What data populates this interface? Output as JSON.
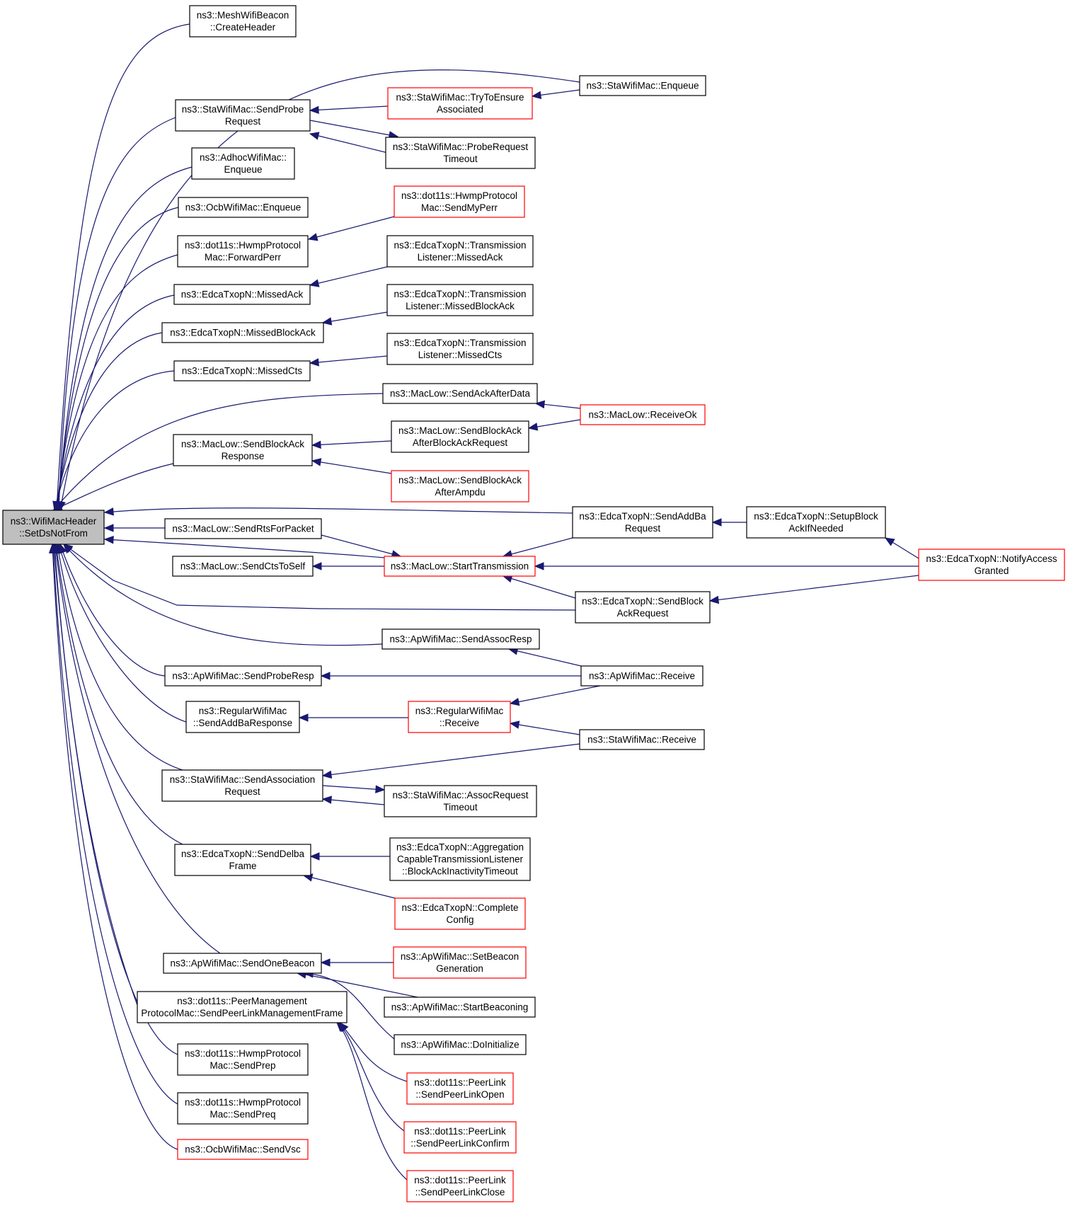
{
  "diagram": {
    "type": "caller-graph",
    "colors": {
      "edge": "#191970",
      "node_border": "#000000",
      "node_border_truncated": "#ff0000",
      "root_fill": "#bfbfbf",
      "node_fill": "#ffffff"
    },
    "nodes": [
      {
        "id": "root",
        "lines": [
          "ns3::WifiMacHeader",
          "::SetDsNotFrom"
        ],
        "kind": "root"
      },
      {
        "id": "meshBeacon",
        "lines": [
          "ns3::MeshWifiBeacon",
          "::CreateHeader"
        ],
        "kind": "normal"
      },
      {
        "id": "staEnqueue",
        "lines": [
          "ns3::StaWifiMac::Enqueue"
        ],
        "kind": "normal"
      },
      {
        "id": "sendProbeReq",
        "lines": [
          "ns3::StaWifiMac::SendProbe",
          "Request"
        ],
        "kind": "normal"
      },
      {
        "id": "tryToEnsure",
        "lines": [
          "ns3::StaWifiMac::TryToEnsure",
          "Associated"
        ],
        "kind": "truncated"
      },
      {
        "id": "probeReqTimeout",
        "lines": [
          "ns3::StaWifiMac::ProbeRequest",
          "Timeout"
        ],
        "kind": "normal"
      },
      {
        "id": "adhocEnqueue",
        "lines": [
          "ns3::AdhocWifiMac::",
          "Enqueue"
        ],
        "kind": "normal"
      },
      {
        "id": "ocbEnqueue",
        "lines": [
          "ns3::OcbWifiMac::Enqueue"
        ],
        "kind": "normal"
      },
      {
        "id": "hwmpSendMyPerr",
        "lines": [
          "ns3::dot11s::HwmpProtocol",
          "Mac::SendMyPerr"
        ],
        "kind": "truncated"
      },
      {
        "id": "hwmpForwardPerr",
        "lines": [
          "ns3::dot11s::HwmpProtocol",
          "Mac::ForwardPerr"
        ],
        "kind": "normal"
      },
      {
        "id": "tlMissedAck",
        "lines": [
          "ns3::EdcaTxopN::Transmission",
          "Listener::MissedAck"
        ],
        "kind": "normal"
      },
      {
        "id": "missedAck",
        "lines": [
          "ns3::EdcaTxopN::MissedAck"
        ],
        "kind": "normal"
      },
      {
        "id": "tlMissedBlockAck",
        "lines": [
          "ns3::EdcaTxopN::Transmission",
          "Listener::MissedBlockAck"
        ],
        "kind": "normal"
      },
      {
        "id": "missedBlockAck",
        "lines": [
          "ns3::EdcaTxopN::MissedBlockAck"
        ],
        "kind": "normal"
      },
      {
        "id": "tlMissedCts",
        "lines": [
          "ns3::EdcaTxopN::Transmission",
          "Listener::MissedCts"
        ],
        "kind": "normal"
      },
      {
        "id": "missedCts",
        "lines": [
          "ns3::EdcaTxopN::MissedCts"
        ],
        "kind": "normal"
      },
      {
        "id": "sendAckAfterData",
        "lines": [
          "ns3::MacLow::SendAckAfterData"
        ],
        "kind": "normal"
      },
      {
        "id": "receiveOk",
        "lines": [
          "ns3::MacLow::ReceiveOk"
        ],
        "kind": "truncated"
      },
      {
        "id": "sbaAfterBar",
        "lines": [
          "ns3::MacLow::SendBlockAck",
          "AfterBlockAckRequest"
        ],
        "kind": "normal"
      },
      {
        "id": "sbaResponse",
        "lines": [
          "ns3::MacLow::SendBlockAck",
          "Response"
        ],
        "kind": "normal"
      },
      {
        "id": "sbaAfterAmpdu",
        "lines": [
          "ns3::MacLow::SendBlockAck",
          "AfterAmpdu"
        ],
        "kind": "truncated"
      },
      {
        "id": "sendAddBaReq",
        "lines": [
          "ns3::EdcaTxopN::SendAddBa",
          "Request"
        ],
        "kind": "normal"
      },
      {
        "id": "setupBlockAck",
        "lines": [
          "ns3::EdcaTxopN::SetupBlock",
          "AckIfNeeded"
        ],
        "kind": "normal"
      },
      {
        "id": "sendRts",
        "lines": [
          "ns3::MacLow::SendRtsForPacket"
        ],
        "kind": "normal"
      },
      {
        "id": "notifyAccess",
        "lines": [
          "ns3::EdcaTxopN::NotifyAccess",
          "Granted"
        ],
        "kind": "truncated"
      },
      {
        "id": "sendCtsToSelf",
        "lines": [
          "ns3::MacLow::SendCtsToSelf"
        ],
        "kind": "normal"
      },
      {
        "id": "startTx",
        "lines": [
          "ns3::MacLow::StartTransmission"
        ],
        "kind": "truncated"
      },
      {
        "id": "sendBar",
        "lines": [
          "ns3::EdcaTxopN::SendBlock",
          "AckRequest"
        ],
        "kind": "normal"
      },
      {
        "id": "sendAssocResp",
        "lines": [
          "ns3::ApWifiMac::SendAssocResp"
        ],
        "kind": "normal"
      },
      {
        "id": "sendProbeResp",
        "lines": [
          "ns3::ApWifiMac::SendProbeResp"
        ],
        "kind": "normal"
      },
      {
        "id": "apReceive",
        "lines": [
          "ns3::ApWifiMac::Receive"
        ],
        "kind": "normal"
      },
      {
        "id": "rwmSendAddBaResp",
        "lines": [
          "ns3::RegularWifiMac",
          "::SendAddBaResponse"
        ],
        "kind": "normal"
      },
      {
        "id": "rwmReceive",
        "lines": [
          "ns3::RegularWifiMac",
          "::Receive"
        ],
        "kind": "truncated"
      },
      {
        "id": "staReceive",
        "lines": [
          "ns3::StaWifiMac::Receive"
        ],
        "kind": "normal"
      },
      {
        "id": "sendAssocReq",
        "lines": [
          "ns3::StaWifiMac::SendAssociation",
          "Request"
        ],
        "kind": "normal"
      },
      {
        "id": "assocReqTimeout",
        "lines": [
          "ns3::StaWifiMac::AssocRequest",
          "Timeout"
        ],
        "kind": "normal"
      },
      {
        "id": "aggBlockAck",
        "lines": [
          "ns3::EdcaTxopN::Aggregation",
          "CapableTransmissionListener",
          "::BlockAckInactivityTimeout"
        ],
        "kind": "normal"
      },
      {
        "id": "sendDelba",
        "lines": [
          "ns3::EdcaTxopN::SendDelba",
          "Frame"
        ],
        "kind": "normal"
      },
      {
        "id": "completeConfig",
        "lines": [
          "ns3::EdcaTxopN::Complete",
          "Config"
        ],
        "kind": "truncated"
      },
      {
        "id": "setBeaconGen",
        "lines": [
          "ns3::ApWifiMac::SetBeacon",
          "Generation"
        ],
        "kind": "truncated"
      },
      {
        "id": "sendOneBeacon",
        "lines": [
          "ns3::ApWifiMac::SendOneBeacon"
        ],
        "kind": "normal"
      },
      {
        "id": "startBeaconing",
        "lines": [
          "ns3::ApWifiMac::StartBeaconing"
        ],
        "kind": "normal"
      },
      {
        "id": "pmpSendFrame",
        "lines": [
          "ns3::dot11s::PeerManagement",
          "ProtocolMac::SendPeerLinkManagementFrame"
        ],
        "kind": "normal"
      },
      {
        "id": "doInitialize",
        "lines": [
          "ns3::ApWifiMac::DoInitialize"
        ],
        "kind": "normal"
      },
      {
        "id": "hwmpSendPrep",
        "lines": [
          "ns3::dot11s::HwmpProtocol",
          "Mac::SendPrep"
        ],
        "kind": "normal"
      },
      {
        "id": "plOpen",
        "lines": [
          "ns3::dot11s::PeerLink",
          "::SendPeerLinkOpen"
        ],
        "kind": "truncated"
      },
      {
        "id": "hwmpSendPreq",
        "lines": [
          "ns3::dot11s::HwmpProtocol",
          "Mac::SendPreq"
        ],
        "kind": "normal"
      },
      {
        "id": "plConfirm",
        "lines": [
          "ns3::dot11s::PeerLink",
          "::SendPeerLinkConfirm"
        ],
        "kind": "truncated"
      },
      {
        "id": "ocbSendVsc",
        "lines": [
          "ns3::OcbWifiMac::SendVsc"
        ],
        "kind": "truncated"
      },
      {
        "id": "plClose",
        "lines": [
          "ns3::dot11s::PeerLink",
          "::SendPeerLinkClose"
        ],
        "kind": "truncated"
      }
    ]
  }
}
